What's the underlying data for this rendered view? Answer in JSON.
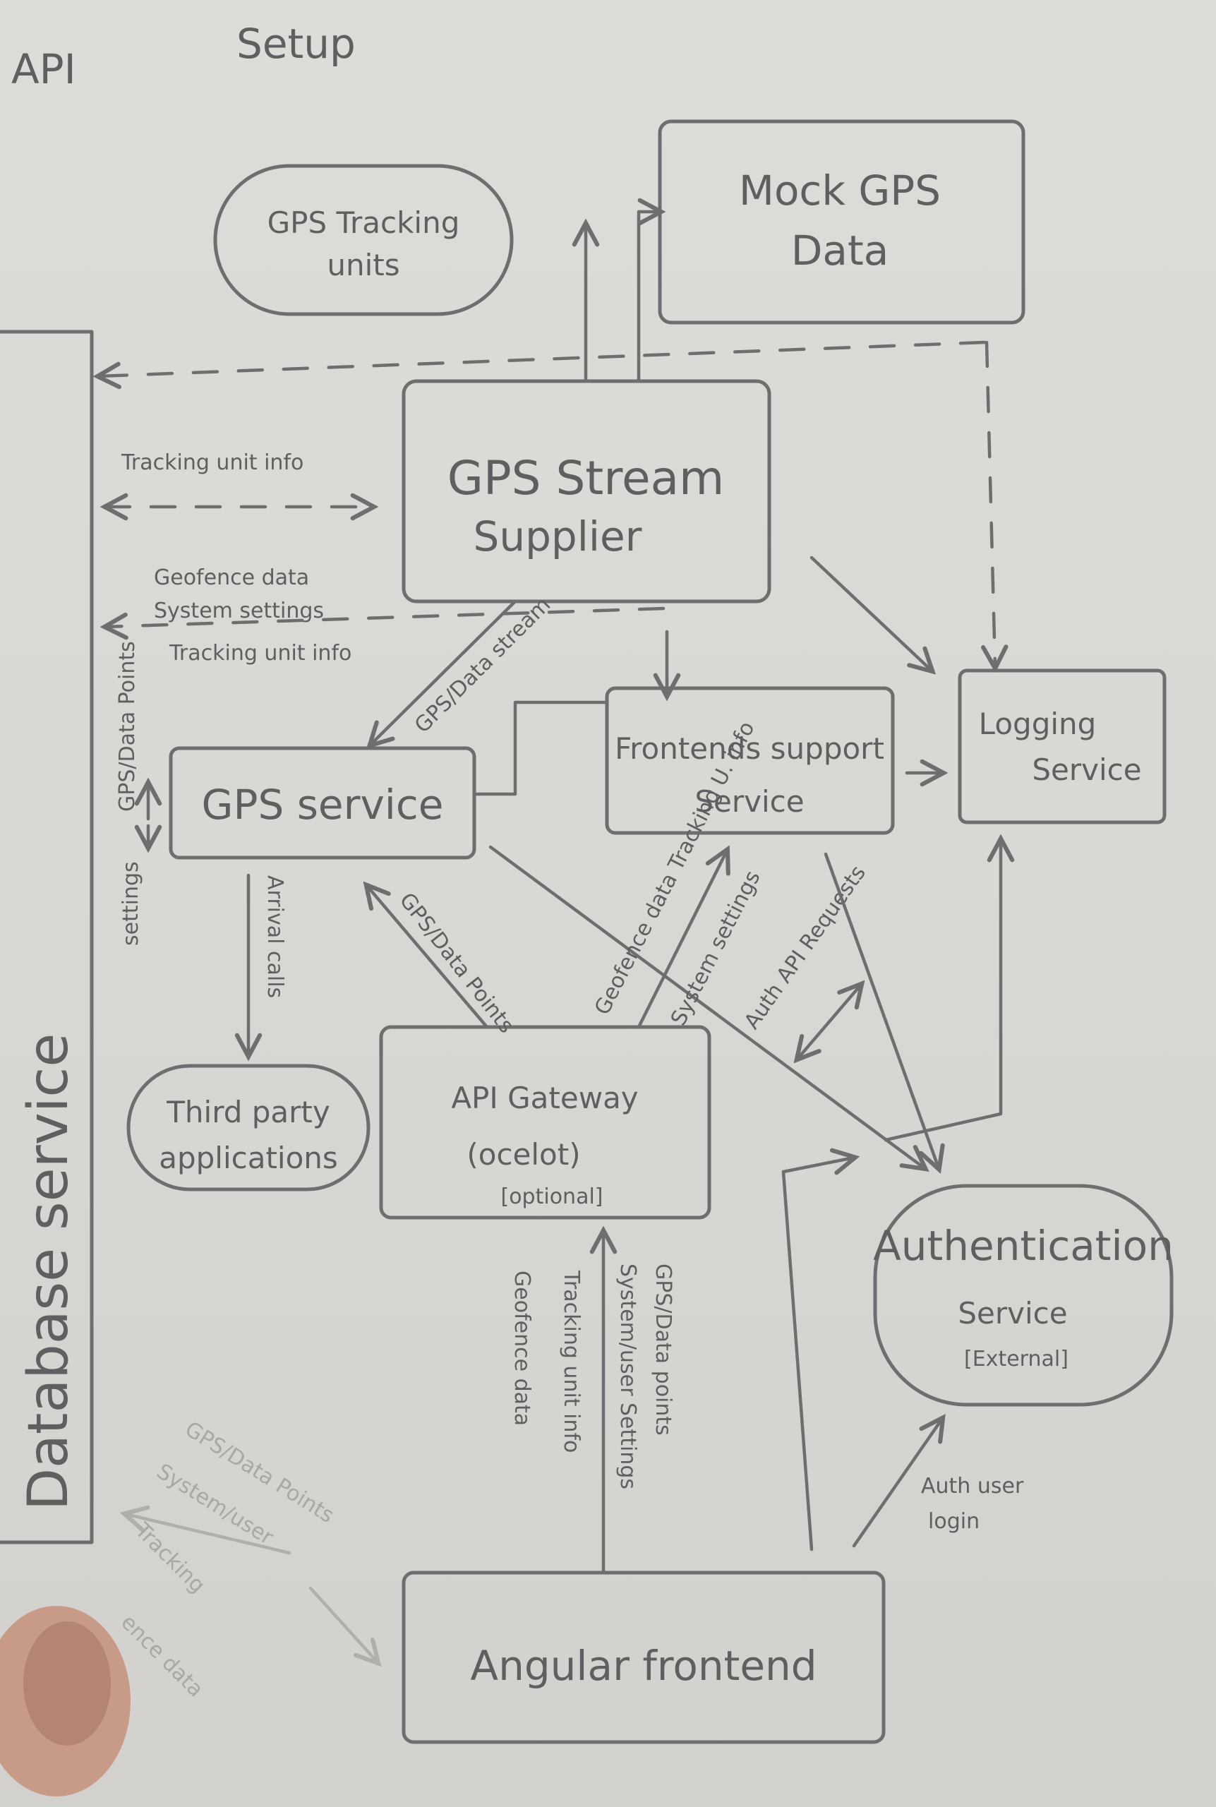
{
  "header": {
    "left": "API",
    "right": "Setup"
  },
  "nodes": {
    "gps_tracking_units": [
      "GPS Tracking",
      "units"
    ],
    "mock_gps_data": [
      "Mock GPS",
      "Data"
    ],
    "gps_stream_supplier": [
      "GPS Stream",
      "Supplier"
    ],
    "gps_service": "GPS service",
    "frontends_support_service": [
      "Frontends support",
      "Service"
    ],
    "logging_service": [
      "Logging",
      "Service"
    ],
    "third_party_applications": [
      "Third party",
      "applications"
    ],
    "api_gateway": [
      "API Gateway",
      "(ocelot)",
      "[optional]"
    ],
    "authentication_service": [
      "Authentication",
      "Service",
      "[External]"
    ],
    "angular_frontend": "Angular frontend",
    "database_service": "Database service"
  },
  "edge_labels": {
    "tracking_unit_info_top": "Tracking unit info",
    "geofence_data": "Geofence data",
    "system_settings": "System settings",
    "tracking_unit_info_mid": "Tracking unit info",
    "gps_data_points_db": "GPS/Data Points",
    "settings_db": "settings",
    "gps_data_stream": "GPS/Data stream",
    "arrival_calls": "Arrival calls",
    "gps_data_points_gw": "GPS/Data Points",
    "geofence_tracking": "Geofence data Tracking U. info",
    "system_settings_fs": "System settings",
    "auth_api_requests": "Auth API Requests",
    "fe_label_1": "GPS/Data points",
    "fe_label_2": "System/user Settings",
    "fe_label_3": "Tracking unit info",
    "fe_label_4": "Geofence data",
    "auth_user_login": "Auth user login",
    "faint_1": "GPS/Data Points",
    "faint_2": "System/user",
    "faint_3": "Tracking",
    "faint_4": "ence data"
  }
}
